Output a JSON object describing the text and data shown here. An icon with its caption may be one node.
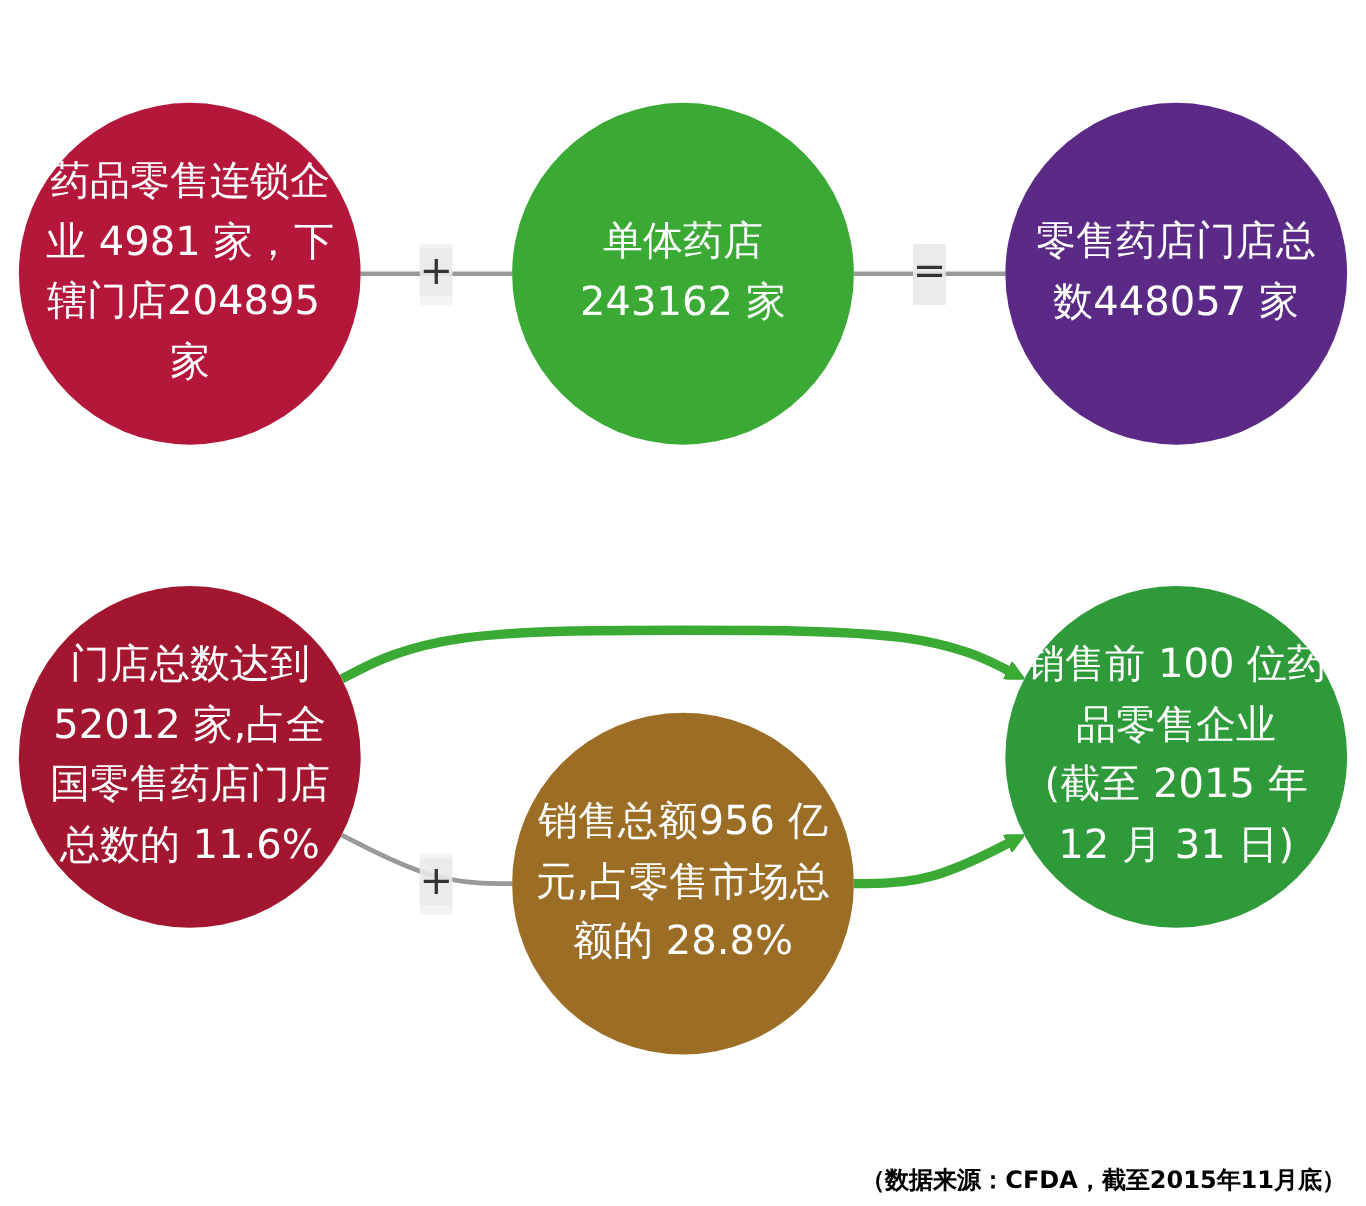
{
  "diagram": {
    "nodes": [
      {
        "text": [
          "药品零售连锁企业 4981 家，下辖门店204895 家"
        ]
      },
      {
        "text": [
          "单体药店243162 家"
        ]
      },
      {
        "text": [
          "零售药店门店总数448057 家"
        ]
      },
      {
        "text": [
          "销售前 100 位药品零售企业",
          "(截至 2015 年12 月 31 日)"
        ]
      },
      {
        "text": [
          "门店总数达到52012 家,占全国零售药店门店总数的 11.6%"
        ]
      },
      {
        "text": [
          "销售总额956 亿元,占零售市场总额的 28.8%"
        ]
      }
    ],
    "edges": [
      {
        "from": 0,
        "to": 1,
        "arrow": "none",
        "label": "+"
      },
      {
        "from": 1,
        "to": 2,
        "arrow": "none",
        "label": "="
      },
      {
        "from": 4,
        "to": 5,
        "arrow": "none",
        "label": "+"
      },
      {
        "from": 4,
        "to": 3,
        "arrow": "to",
        "style": "thick",
        "color": "#3aaa35"
      },
      {
        "from": 5,
        "to": 3,
        "arrow": "to",
        "style": "thick",
        "color": "#3aaa35"
      }
    ],
    "labels": [
      "（数据来源：CFDA，截至2015年11月底）"
    ]
  }
}
